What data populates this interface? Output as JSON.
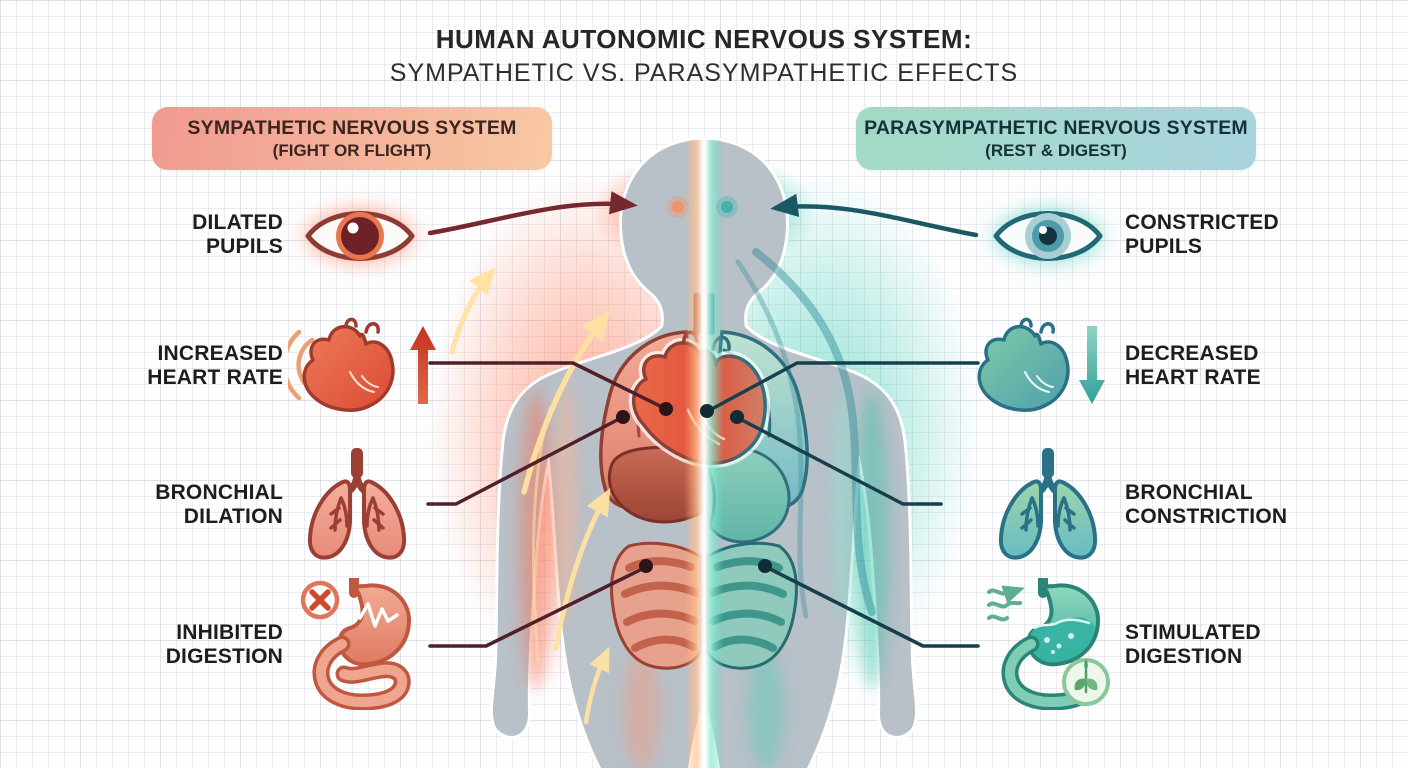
{
  "title": {
    "line1": "HUMAN AUTONOMIC NERVOUS SYSTEM:",
    "line2": "SYMPATHETIC VS. PARASYMPATHETIC EFFECTS"
  },
  "sympathetic": {
    "header_title": "SYMPATHETIC NERVOUS SYSTEM",
    "header_subtitle": "(FIGHT OR FLIGHT)",
    "accent_color": "#76282f",
    "glow_color": "#ff6f4d",
    "header_gradient": [
      "#f19a90",
      "#f8c9a4"
    ],
    "items": [
      {
        "line1": "DILATED",
        "line2": "PUPILS",
        "icon": "dilated-pupils-eye-icon"
      },
      {
        "line1": "INCREASED",
        "line2": "HEART RATE",
        "icon": "heart-up-arrow-icon"
      },
      {
        "line1": "BRONCHIAL",
        "line2": "DILATION",
        "icon": "lungs-dilated-icon"
      },
      {
        "line1": "INHIBITED",
        "line2": "DIGESTION",
        "icon": "stomach-inhibited-icon"
      }
    ]
  },
  "parasympathetic": {
    "header_title": "PARASYMPATHETIC NERVOUS SYSTEM",
    "header_subtitle": "(REST & DIGEST)",
    "accent_color": "#1c5864",
    "glow_color": "#2fd0b0",
    "header_gradient": [
      "#a2dbc4",
      "#a9d3de"
    ],
    "items": [
      {
        "line1": "CONSTRICTED",
        "line2": "PUPILS",
        "icon": "constricted-pupils-eye-icon"
      },
      {
        "line1": "DECREASED",
        "line2": "HEART RATE",
        "icon": "heart-down-arrow-icon"
      },
      {
        "line1": "BRONCHIAL",
        "line2": "CONSTRICTION",
        "icon": "lungs-constricted-icon"
      },
      {
        "line1": "STIMULATED",
        "line2": "DIGESTION",
        "icon": "stomach-stimulated-icon"
      }
    ]
  },
  "figure": {
    "center_icon": "split-human-body-silhouette-icon",
    "body_color": "#b8c0c8"
  }
}
